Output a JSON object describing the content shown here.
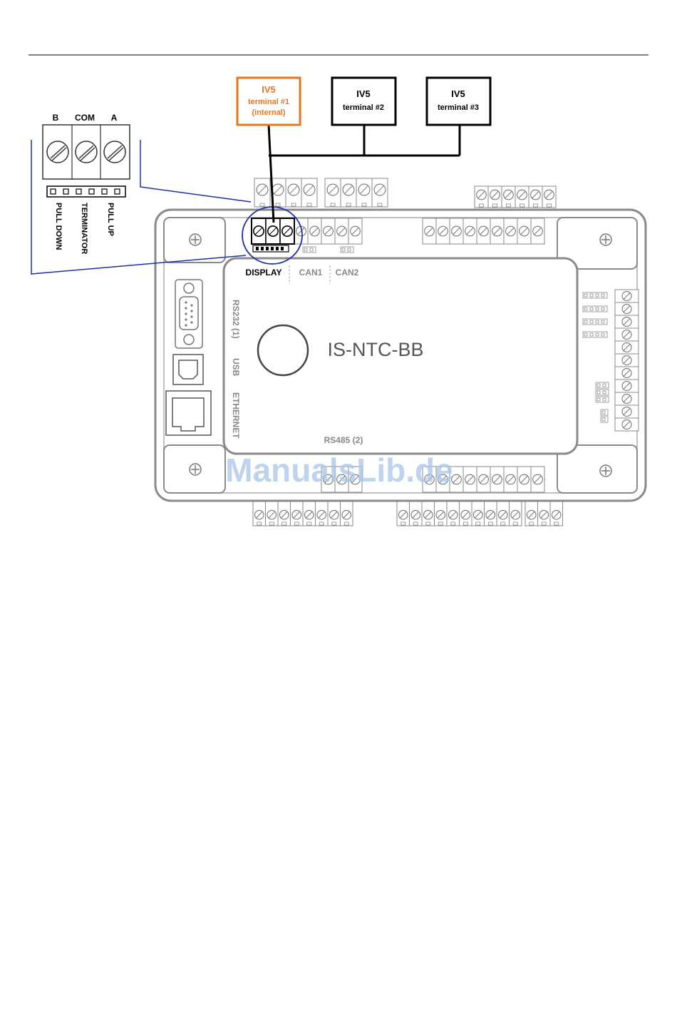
{
  "terminals": [
    {
      "name": "IV5",
      "line2": "terminal #1",
      "line3": "(internal)",
      "color": "#e8761f"
    },
    {
      "name": "IV5",
      "line2": "terminal #2",
      "color": "#000000"
    },
    {
      "name": "IV5",
      "line2": "terminal #3",
      "color": "#000000"
    }
  ],
  "connector_zoom": {
    "labels": [
      "B",
      "COM",
      "A"
    ],
    "jumper_labels": [
      "PULL DOWN",
      "TERMINATOR",
      "PULL UP"
    ]
  },
  "controller": {
    "model": "IS-NTC-BB",
    "ports": {
      "display": "DISPLAY",
      "can1": "CAN1",
      "can2": "CAN2",
      "rs232": "RS232 (1)",
      "usb": "USB",
      "ethernet": "ETHERNET",
      "rs485": "RS485 (2)"
    }
  },
  "watermark": "ManualsLib.de",
  "colors": {
    "highlight": "#1f2fa8",
    "accent": "#e8761f",
    "outline": "#8a8a8a",
    "watermark": "#a9c3e8"
  }
}
